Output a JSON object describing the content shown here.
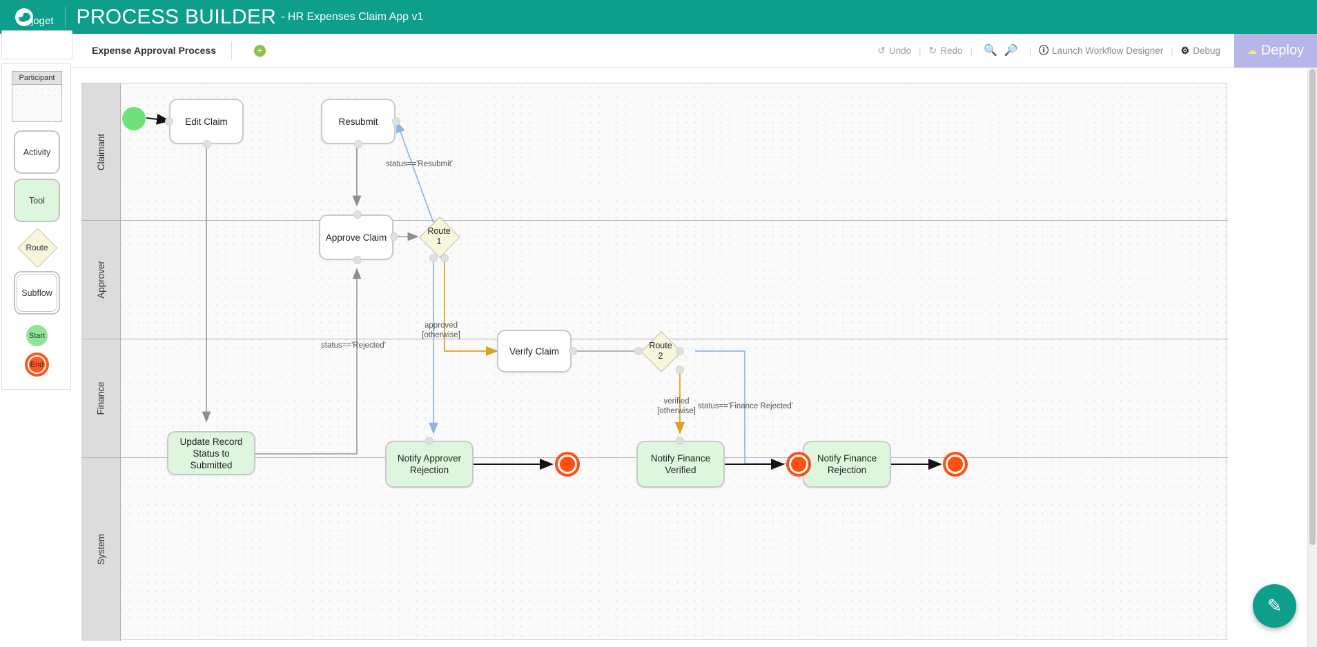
{
  "header": {
    "brand": "joget",
    "title": "PROCESS BUILDER",
    "subtitle": "- HR Expenses Claim App v1",
    "brand_color": "#0d9e8c"
  },
  "toolbar": {
    "tab_label": "Expense Approval Process",
    "add_tab_icon": "plus-icon",
    "undo_label": "Undo",
    "undo_icon": "undo-icon",
    "redo_label": "Redo",
    "redo_icon": "redo-icon",
    "zoom_out_icon": "zoom-out-icon",
    "zoom_in_icon": "zoom-in-icon",
    "launch_label": "Launch Workflow Designer",
    "launch_icon": "launch-icon",
    "debug_label": "Debug",
    "debug_icon": "gear-icon",
    "deploy_label": "Deploy",
    "deploy_icon": "cloud-upload-icon",
    "deploy_bg": "#b6b7e8",
    "separator": "|"
  },
  "palette": {
    "participant": "Participant",
    "activity": "Activity",
    "tool": "Tool",
    "route": "Route",
    "subflow": "Subflow",
    "start": "Start",
    "end": "End",
    "start_color": "#8fe496",
    "end_color": "#ff5722",
    "tool_color": "#ddf6dd",
    "route_color": "#f7f6dc"
  },
  "diagram": {
    "lanes": [
      {
        "label": "Claimant"
      },
      {
        "label": "Approver"
      },
      {
        "label": "Finance"
      },
      {
        "label": "System"
      }
    ],
    "nodes": [
      {
        "id": "start",
        "type": "start",
        "label": ""
      },
      {
        "id": "edit-claim",
        "type": "activity",
        "label": "Edit Claim"
      },
      {
        "id": "resubmit",
        "type": "activity",
        "label": "Resubmit"
      },
      {
        "id": "approve-claim",
        "type": "activity",
        "label": "Approve Claim"
      },
      {
        "id": "route-1",
        "type": "route",
        "label": "Route",
        "label2": "1"
      },
      {
        "id": "verify-claim",
        "type": "activity",
        "label": "Verify Claim"
      },
      {
        "id": "route-2",
        "type": "route",
        "label": "Route",
        "label2": "2"
      },
      {
        "id": "update-record",
        "type": "tool",
        "label": "Update Record Status to Submitted"
      },
      {
        "id": "notify-approver-rejection",
        "type": "tool",
        "label": "Notify Approver Rejection"
      },
      {
        "id": "notify-finance-verified",
        "type": "tool",
        "label": "Notify Finance Verified"
      },
      {
        "id": "notify-finance-rejection",
        "type": "tool",
        "label": "Notify Finance Rejection"
      },
      {
        "id": "end-1",
        "type": "end",
        "label": ""
      },
      {
        "id": "end-2",
        "type": "end",
        "label": ""
      },
      {
        "id": "end-3",
        "type": "end",
        "label": ""
      }
    ],
    "edge_labels": [
      {
        "id": "resubmit-cond",
        "text": "status=='Resubmit'"
      },
      {
        "id": "approved-1",
        "text": "approved"
      },
      {
        "id": "otherwise-1",
        "text": "[otherwise]"
      },
      {
        "id": "rejected-cond",
        "text": "status=='Rejected'"
      },
      {
        "id": "verified-1",
        "text": "verified"
      },
      {
        "id": "otherwise-2",
        "text": "[otherwise]"
      },
      {
        "id": "finance-rejected-cond",
        "text": "status=='Finance Rejected'"
      }
    ]
  },
  "fab": {
    "icon": "pencil-icon"
  }
}
